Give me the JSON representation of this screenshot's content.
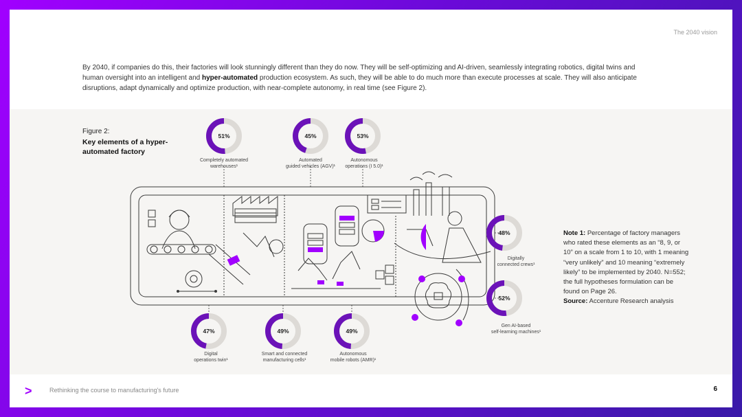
{
  "header": {
    "section_label": "The 2040 vision"
  },
  "intro": {
    "part1": "By 2040, if companies do this, their factories will look stunningly different than they do now. They will be self-optimizing and AI-driven, seamlessly integrating robotics, digital twins and human oversight into an intelligent and ",
    "bold": "hyper-automated",
    "part2": " production ecosystem. As such, they will be able to do much more than execute processes at scale. They will also anticipate disruptions, adapt dynamically and optimize production, with near-complete autonomy, in real time (see Figure 2)."
  },
  "figure": {
    "label": "Figure 2:",
    "title": "Key elements of a hyper-automated factory"
  },
  "chart_data": {
    "type": "pie",
    "unit": "%",
    "items": [
      {
        "label": "Completely automated warehouses",
        "value": 51
      },
      {
        "label": "Automated guided vehicles (AGV)",
        "value": 45
      },
      {
        "label": "Autonomous operations (I 5.0)",
        "value": 53
      },
      {
        "label": "Digitally connected crews",
        "value": 48
      },
      {
        "label": "Gen AI-based self-learning machines",
        "value": 52
      },
      {
        "label": "Digital operations twin",
        "value": 47
      },
      {
        "label": "Smart and connected manufacturing cells",
        "value": 49
      },
      {
        "label": "Autonomous mobile robots (AMR)",
        "value": 49
      }
    ],
    "colors": {
      "filled": "#6b12b8",
      "remaining": "#dddad6",
      "accent": "#a100ff"
    }
  },
  "donut_labels": [
    {
      "line1": "Completely automated",
      "line2": "warehouses¹"
    },
    {
      "line1": "Automated",
      "line2": "guided vehicles (AGV)¹"
    },
    {
      "line1": "Autonomous",
      "line2": "operations (I 5.0)¹"
    },
    {
      "line1": "Digitally",
      "line2": "connected crews¹"
    },
    {
      "line1": "Gen AI-based",
      "line2": "self-learning machines¹"
    },
    {
      "line1": "Digital",
      "line2": "operations twin¹"
    },
    {
      "line1": "Smart and connected",
      "line2": "manufacturing cells¹"
    },
    {
      "line1": "Autonomous",
      "line2": "mobile robots (AMR)¹"
    }
  ],
  "note": {
    "label": "Note 1:",
    "text": " Percentage of factory managers who rated these elements as an “8, 9, or 10” on a scale from 1 to 10, with 1 meaning “very unlikely” and 10 meaning “extremely likely” to be implemented by 2040. N=552; the full hypotheses formulation can be found on Page 26.",
    "source_label": "Source:",
    "source_text": " Accenture Research analysis"
  },
  "footer": {
    "logo": ">",
    "text": "Rethinking the course to manufacturing's future",
    "page_number": "6"
  }
}
